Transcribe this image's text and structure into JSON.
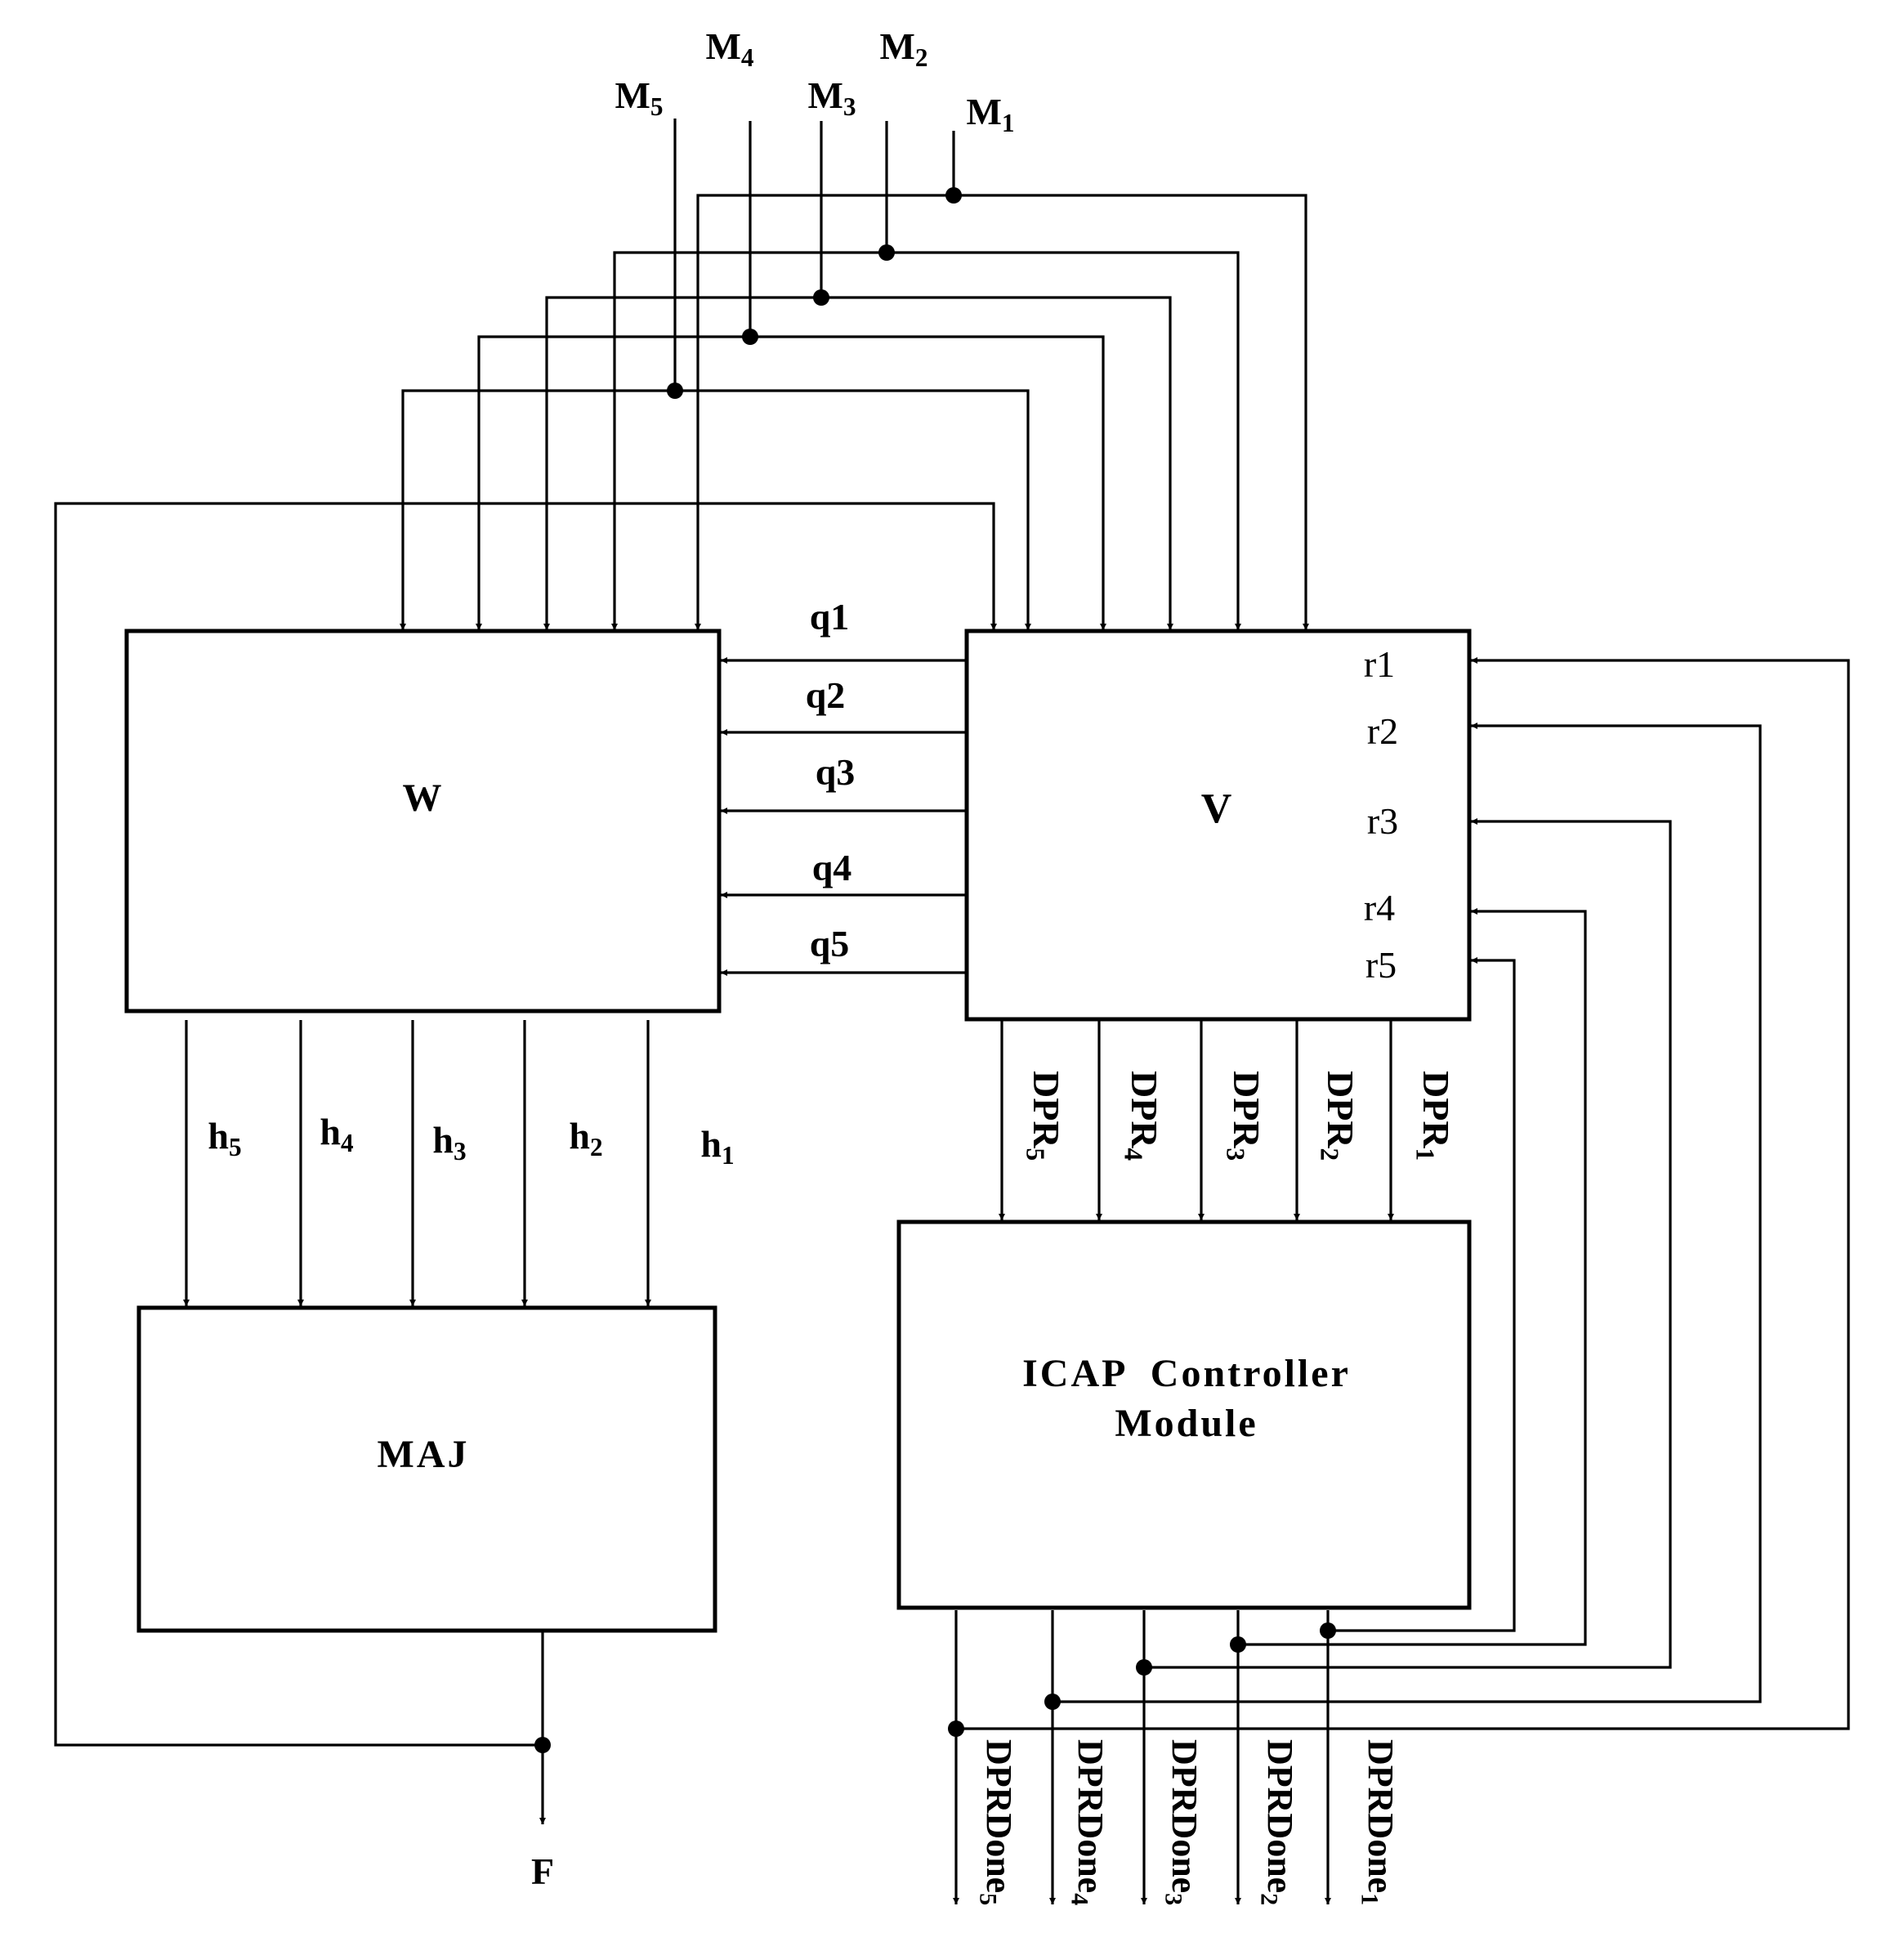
{
  "blocks": {
    "w": "W",
    "v": "V",
    "maj": "MAJ",
    "icap_line1": "ICAP  Controller",
    "icap_line2": "Module"
  },
  "inputs": [
    {
      "name": "M",
      "sub": "5"
    },
    {
      "name": "M",
      "sub": "4"
    },
    {
      "name": "M",
      "sub": "3"
    },
    {
      "name": "M",
      "sub": "2"
    },
    {
      "name": "M",
      "sub": "1"
    }
  ],
  "q_signals": [
    "q1",
    "q2",
    "q3",
    "q4",
    "q5"
  ],
  "r_signals": [
    "r1",
    "r2",
    "r3",
    "r4",
    "r5"
  ],
  "h_signals": [
    {
      "name": "h",
      "sub": "5"
    },
    {
      "name": "h",
      "sub": "4"
    },
    {
      "name": "h",
      "sub": "3"
    },
    {
      "name": "h",
      "sub": "2"
    },
    {
      "name": "h",
      "sub": "1"
    }
  ],
  "dpr_signals": [
    {
      "name": "DPR",
      "sub": "5"
    },
    {
      "name": "DPR",
      "sub": "4"
    },
    {
      "name": "DPR",
      "sub": "3"
    },
    {
      "name": "DPR",
      "sub": "2"
    },
    {
      "name": "DPR",
      "sub": "1"
    }
  ],
  "dprdone_signals": [
    {
      "name": "DPRDone",
      "sub": "5"
    },
    {
      "name": "DPRDone",
      "sub": "4"
    },
    {
      "name": "DPRDone",
      "sub": "3"
    },
    {
      "name": "DPRDone",
      "sub": "2"
    },
    {
      "name": "DPRDone",
      "sub": "1"
    }
  ],
  "output": "F"
}
